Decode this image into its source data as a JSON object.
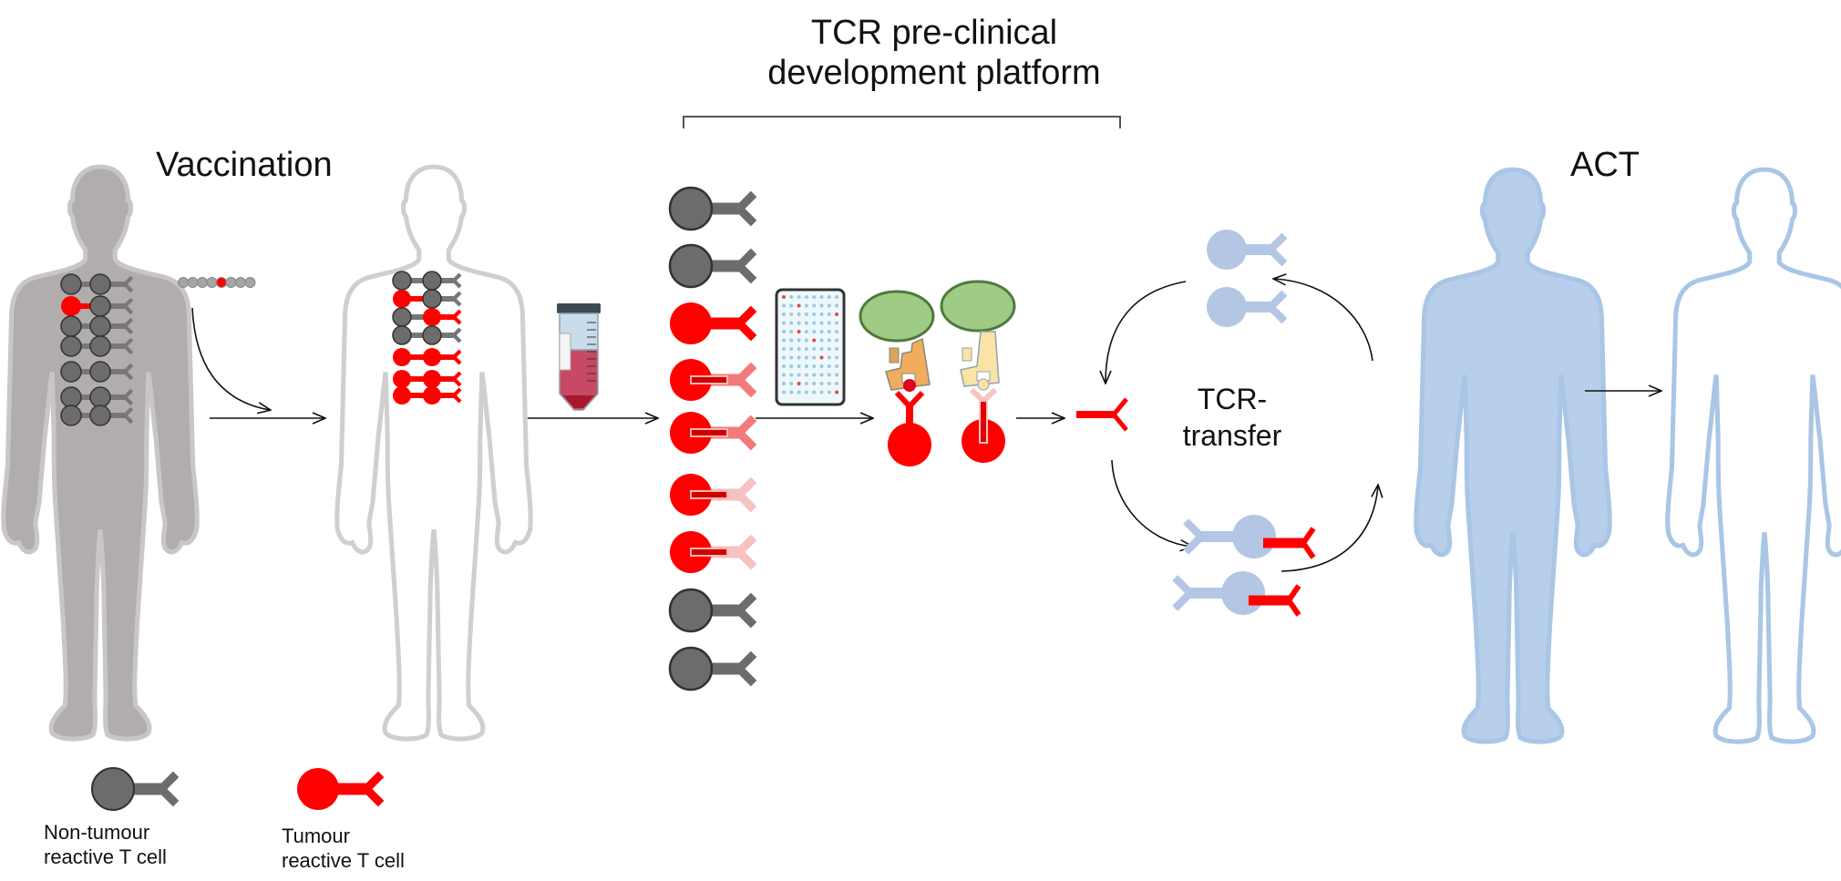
{
  "title": {
    "line1": "TCR pre-clinical",
    "line2": "development platform"
  },
  "stages": {
    "vaccination": "Vaccination",
    "act": "ACT",
    "tcr_transfer_line1": "TCR-",
    "tcr_transfer_line2": "transfer"
  },
  "legend": {
    "non_tumour_line1": "Non-tumour",
    "non_tumour_line2": "reactive T cell",
    "tumour_line1": "Tumour",
    "tumour_line2": "reactive T cell"
  },
  "colors": {
    "non_tumour_cell": "#6d6b6c",
    "tumour_cell": "#ff0000",
    "patient_body": "#b1adad",
    "outline_body": "#cfcfcf",
    "act_body": "#b7cfea",
    "act_outline": "#a9c6e6",
    "recipient_cell": "#b3c6e4",
    "mhc_green": "#9fcb84",
    "mhc_orange": "#f0ad5e",
    "mhc_pale": "#fbe3a6",
    "arrow": "#111111"
  },
  "panels": {
    "pre_vaccination_cells": [
      "grey",
      "grey",
      "red",
      "grey",
      "grey",
      "grey",
      "grey",
      "grey",
      "grey",
      "grey",
      "grey",
      "grey",
      "grey",
      "grey"
    ],
    "post_vaccination_cells": [
      "grey",
      "grey",
      "red",
      "grey",
      "grey",
      "red",
      "grey",
      "grey",
      "red",
      "red",
      "red",
      "red",
      "red",
      "red"
    ],
    "vaccine_beads": [
      "grey",
      "grey",
      "grey",
      "grey",
      "red",
      "grey",
      "grey",
      "grey"
    ],
    "isolated_tcells": [
      "grey",
      "grey",
      "red-strong",
      "red-medium",
      "red-medium",
      "red-weak",
      "red-weak",
      "grey",
      "grey"
    ]
  }
}
